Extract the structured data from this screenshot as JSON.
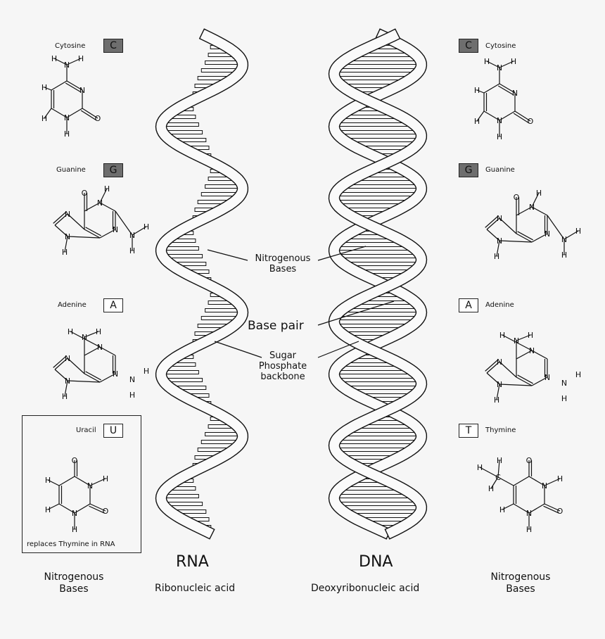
{
  "left_bases": {
    "cytosine": {
      "name": "Cytosine",
      "letter": "C"
    },
    "guanine": {
      "name": "Guanine",
      "letter": "G"
    },
    "adenine": {
      "name": "Adenine",
      "letter": "A"
    },
    "uracil": {
      "name": "Uracil",
      "letter": "U",
      "note": "replaces Thymine in RNA"
    }
  },
  "right_bases": {
    "cytosine": {
      "name": "Cytosine",
      "letter": "C"
    },
    "guanine": {
      "name": "Guanine",
      "letter": "G"
    },
    "adenine": {
      "name": "Adenine",
      "letter": "A"
    },
    "thymine": {
      "name": "Thymine",
      "letter": "T"
    }
  },
  "callouts": {
    "nitrogenous_bases_line1": "Nitrogenous",
    "nitrogenous_bases_line2": "Bases",
    "base_pair": "Base pair",
    "backbone_line1": "Sugar",
    "backbone_line2": "Phosphate",
    "backbone_line3": "backbone"
  },
  "rna": {
    "title": "RNA",
    "subtitle": "Ribonucleic acid"
  },
  "dna": {
    "title": "DNA",
    "subtitle": "Deoxyribonucleic acid"
  },
  "footer": {
    "left_line1": "Nitrogenous",
    "left_line2": "Bases",
    "right_line1": "Nitrogenous",
    "right_line2": "Bases"
  },
  "atoms": {
    "H": "H",
    "N": "N",
    "O": "O",
    "C": "C"
  },
  "colors": {
    "badge_dark": "#6e6e6e",
    "ink": "#111111",
    "background": "#f6f6f6"
  }
}
